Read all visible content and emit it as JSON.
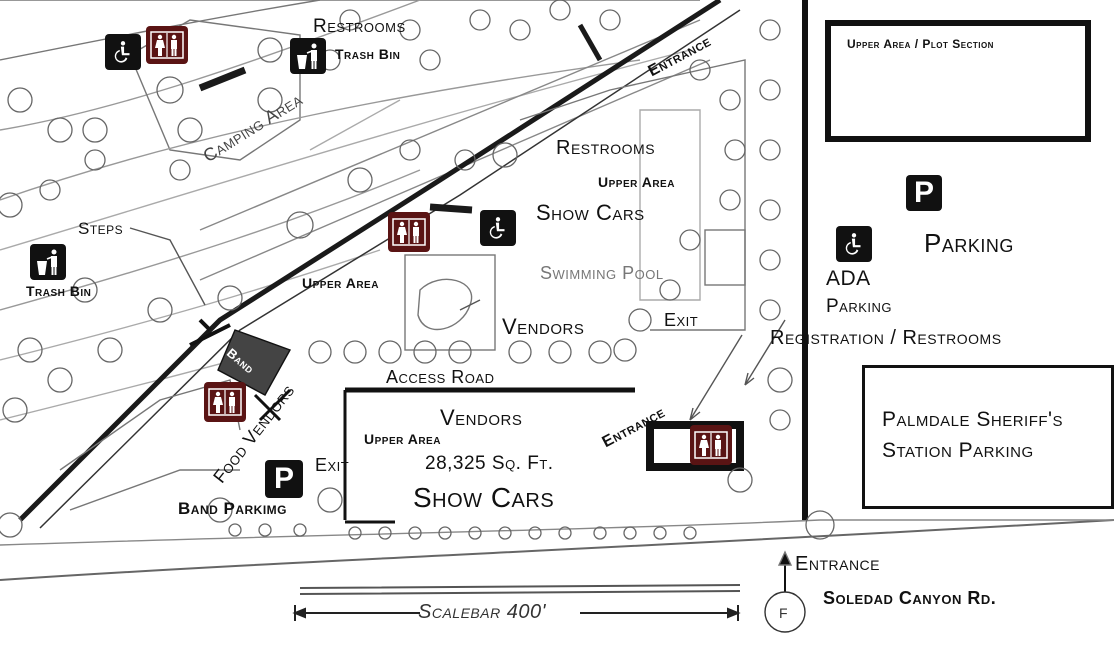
{
  "labels": {
    "restrooms_top": "Restrooms",
    "trash_bin_top": "Trash Bin",
    "camping_area": "Camping Area",
    "entrance_top": "Entrance",
    "restrooms_mid": "Restrooms",
    "upper_area_1": "Upper Area",
    "show_cars_1": "Show Cars",
    "steps": "Steps",
    "trash_bin_left": "Trash Bin",
    "upper_area_2": "Upper Area",
    "swimming_pool": "Swimming Pool",
    "vendors_1": "Vendors",
    "exit_right": "Exit",
    "band": "Band",
    "food_vendors": "Food Vendors",
    "access_road": "Access Road",
    "vendors_2": "Vendors",
    "entrance_mid": "Entrance",
    "upper_area_3": "Upper Area",
    "sq_ft": "28,325 Sq. Ft.",
    "exit_left": "Exit",
    "show_cars_2": "Show Cars",
    "band_parking": "Band Parkimg",
    "upper_plot": "Upper Area / Plot Section",
    "parking": "Parking",
    "ada": "ADA",
    "ada_parking": "Parking",
    "registration": "Registration / Restrooms",
    "sheriff_1": "Palmdale Sheriff's",
    "sheriff_2": "Station Parking",
    "entrance_bottom": "Entrance",
    "road": "Soledad Canyon Rd.",
    "scalebar": "Scalebar 400'"
  },
  "icons": {
    "accessible": "accessible-icon",
    "restroom": "restroom-icon",
    "trash": "trash-bin-icon",
    "parking": "parking-icon",
    "hydrant_letter": "F"
  },
  "colors": {
    "ink": "#111111",
    "restroom_bg": "#5a1414",
    "sketch": "#7a7a7a"
  }
}
